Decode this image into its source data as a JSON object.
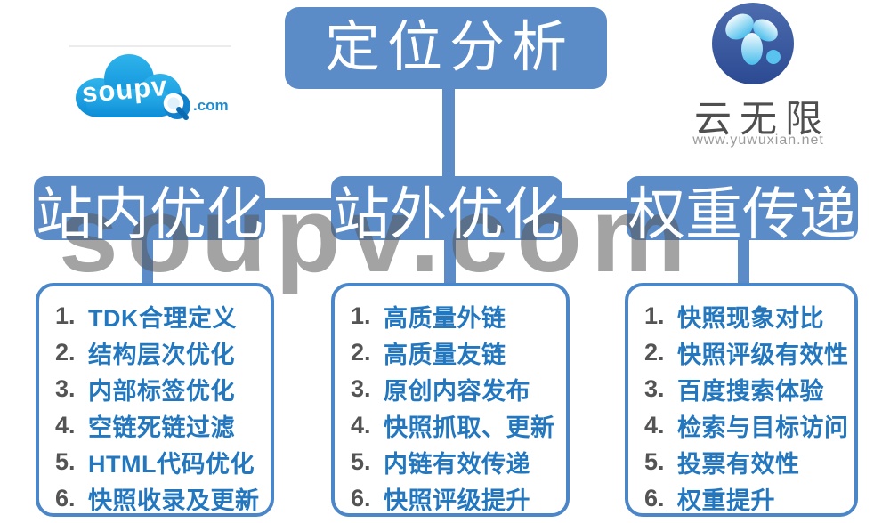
{
  "title": {
    "label": "定位分析"
  },
  "watermark": {
    "text": "soupv.com"
  },
  "logo_soupv": {
    "brand": "soupv",
    "tld": ".com"
  },
  "logo_yunwuxian": {
    "brand": "云无限",
    "url": "www.yuwuxian.net"
  },
  "branches": [
    {
      "heading": "站内优化",
      "items": [
        {
          "num": "1.",
          "text": "TDK合理定义"
        },
        {
          "num": "2.",
          "text": "结构层次优化"
        },
        {
          "num": "3.",
          "text": "内部标签优化"
        },
        {
          "num": "4.",
          "text": "空链死链过滤"
        },
        {
          "num": "5.",
          "text": "HTML代码优化"
        },
        {
          "num": "6.",
          "text": "快照收录及更新"
        }
      ]
    },
    {
      "heading": "站外优化",
      "items": [
        {
          "num": "1.",
          "text": "高质量外链"
        },
        {
          "num": "2.",
          "text": "高质量友链"
        },
        {
          "num": "3.",
          "text": "原创内容发布"
        },
        {
          "num": "4.",
          "text": "快照抓取、更新"
        },
        {
          "num": "5.",
          "text": "内链有效传递"
        },
        {
          "num": "6.",
          "text": "快照评级提升"
        }
      ]
    },
    {
      "heading": "权重传递",
      "items": [
        {
          "num": "1.",
          "text": "快照现象对比"
        },
        {
          "num": "2.",
          "text": "快照评级有效性"
        },
        {
          "num": "3.",
          "text": "百度搜索体验"
        },
        {
          "num": "4.",
          "text": "检索与目标访问"
        },
        {
          "num": "5.",
          "text": "投票有效性"
        },
        {
          "num": "6.",
          "text": "权重提升"
        }
      ]
    }
  ],
  "colors": {
    "box_blue": "#5b8cc8",
    "list_border_blue": "#4a86c8",
    "item_text_blue": "#2277bf",
    "item_num_gray": "#545454",
    "watermark_gray": "#9a9a9a",
    "cloud_blue": "#1ba2e2",
    "globe_blue": "#35549b"
  }
}
